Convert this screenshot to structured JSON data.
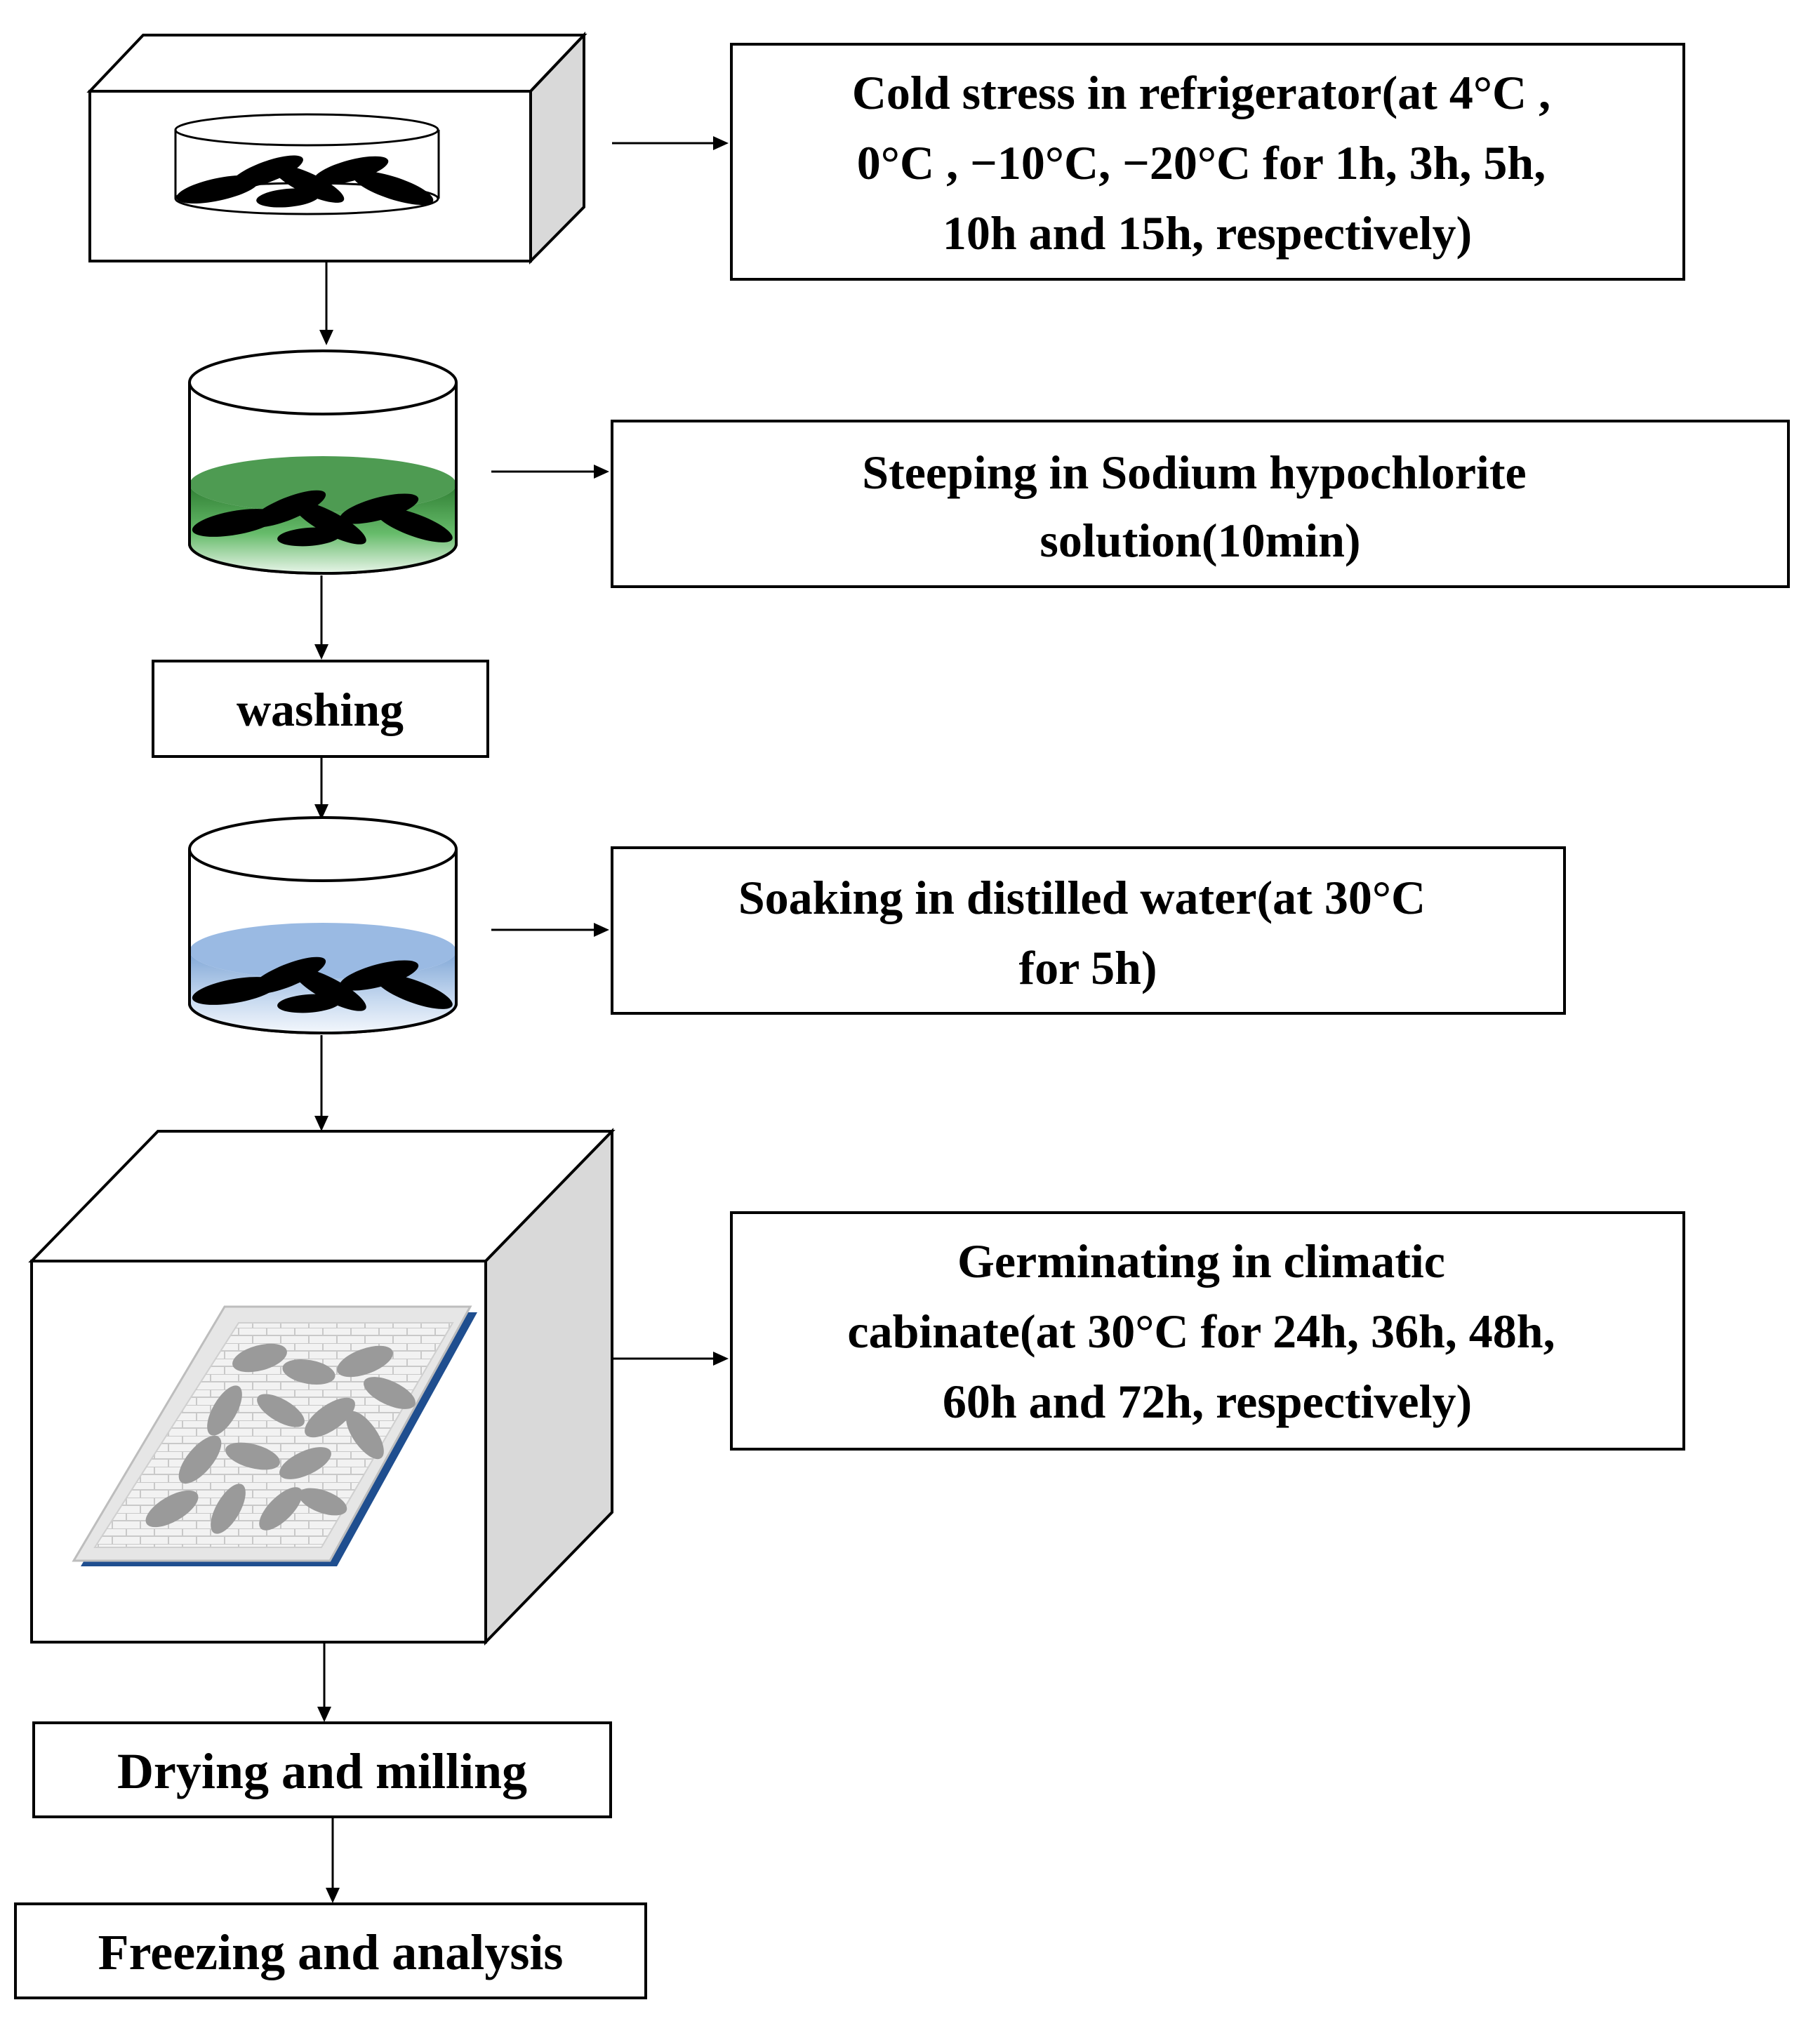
{
  "steps": {
    "cold_stress": {
      "lines": [
        "Cold stress in refrigerator(at 4°C ,",
        "0°C , −10°C, −20°C  for 1h, 3h, 5h,",
        "10h and 15h, respectively)"
      ]
    },
    "steeping": {
      "lines": [
        "Steeping in Sodium hypochlorite",
        "solution(10min)"
      ]
    },
    "washing": {
      "lines": [
        "washing"
      ]
    },
    "soaking": {
      "lines": [
        "Soaking in distilled water(at 30°C",
        "for 5h)"
      ]
    },
    "germinating": {
      "lines": [
        "Germinating in  climatic",
        "cabinate(at 30°C for 24h, 36h, 48h,",
        "60h and 72h, respectively)"
      ]
    },
    "drying": {
      "lines": [
        "Drying and milling"
      ]
    },
    "freezing": {
      "lines": [
        "Freezing and analysis"
      ]
    }
  },
  "colors": {
    "sodium_hypochlorite_liquid": "#3f9a3f",
    "distilled_water_liquid": "#9fbfe6",
    "seed": "#000000",
    "germinating_seed": "#9a9a9a",
    "tray_edge": "#1f4e8f",
    "cabinet_side": "#d9d9d9"
  },
  "icons": [
    "refrigerator-icon",
    "steeping-beaker-icon",
    "soaking-beaker-icon",
    "climatic-cabinet-icon",
    "germination-tray-icon"
  ]
}
